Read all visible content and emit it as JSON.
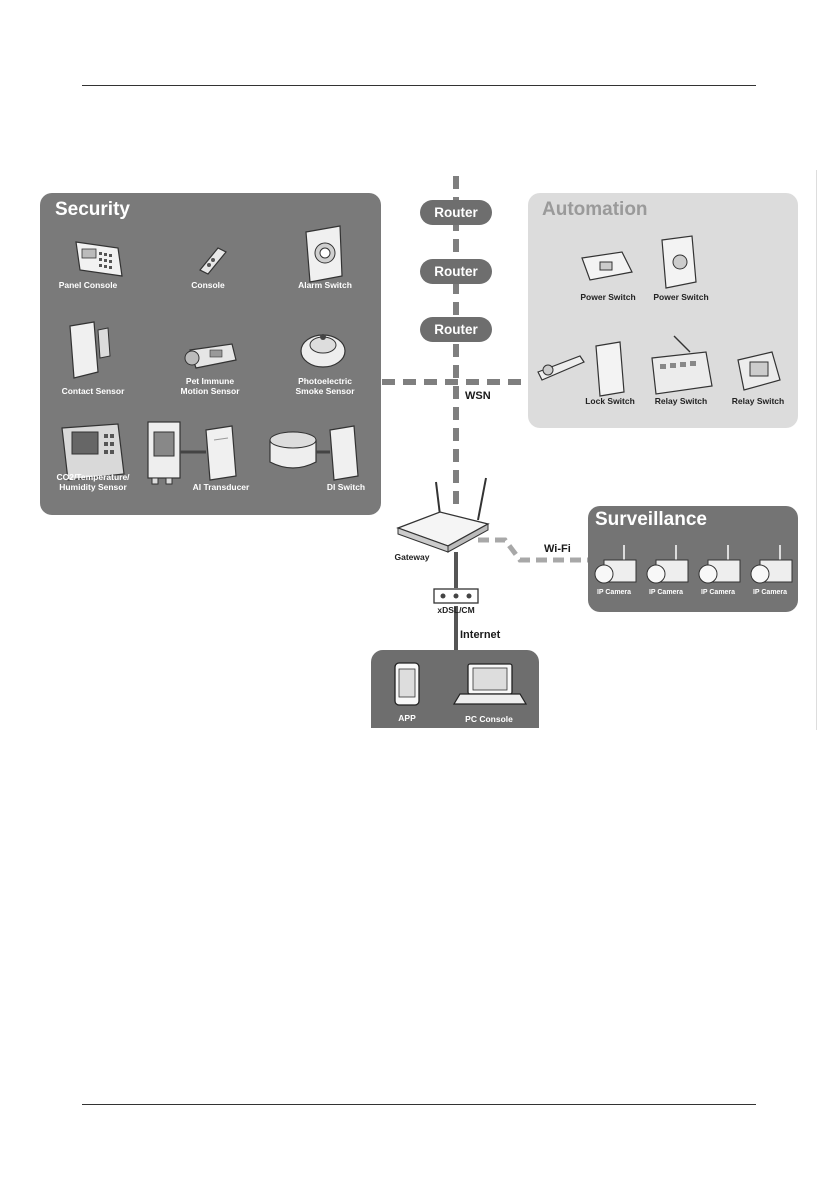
{
  "security": {
    "title": "Security",
    "labels": {
      "panel_console": "Panel Console",
      "console": "Console",
      "alarm_switch": "Alarm Switch",
      "contact_sensor": "Contact Sensor",
      "pet_immune": "Pet Immune",
      "motion_sensor": "Motion Sensor",
      "photoelectric": "Photoelectric",
      "smoke_sensor": "Smoke Sensor",
      "co2": "CO2/Temperature/",
      "humidity": "Humidity Sensor",
      "ai_transducer": "AI Transducer",
      "di_switch": "DI Switch"
    }
  },
  "automation": {
    "title": "Automation",
    "labels": {
      "power_switch_1": "Power Switch",
      "power_switch_2": "Power Switch",
      "lock_switch": "Lock Switch",
      "relay_switch_1": "Relay Switch",
      "relay_switch_2": "Relay Switch"
    }
  },
  "surveillance": {
    "title": "Surveillance",
    "cameras": [
      "IP Camera",
      "IP Camera",
      "IP Camera",
      "IP Camera"
    ]
  },
  "network": {
    "routers": [
      "Router",
      "Router",
      "Router"
    ],
    "wsn": "WSN",
    "wifi": "Wi-Fi",
    "gateway": "Gateway",
    "xdsl": "xDSL/CM",
    "internet": "Internet"
  },
  "clients": {
    "app": "APP",
    "pc_console": "PC Console"
  },
  "colors": {
    "security_panel": "#7a7a7a",
    "automation_panel": "#dcdcdc",
    "surveillance_panel": "#747474",
    "clients_panel": "#6e6e6e",
    "router": "#6e6e6e",
    "dashed_line": "#7f7f7f"
  }
}
